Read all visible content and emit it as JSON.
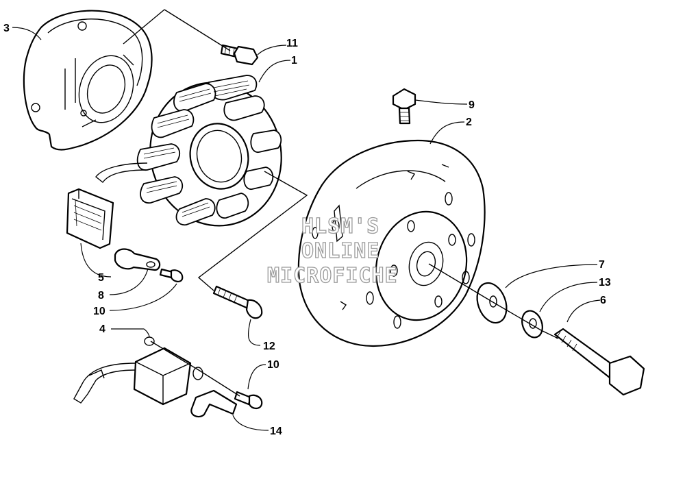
{
  "watermark": {
    "line1": "HLSM'S",
    "line2": "ONLINE",
    "line3": "MICROFICHE"
  },
  "callouts": {
    "c1": "1",
    "c2": "2",
    "c3": "3",
    "c4": "4",
    "c5": "5",
    "c6": "6",
    "c7": "7",
    "c8": "8",
    "c9": "9",
    "c10a": "10",
    "c10b": "10",
    "c11": "11",
    "c12": "12",
    "c13": "13",
    "c14": "14"
  }
}
